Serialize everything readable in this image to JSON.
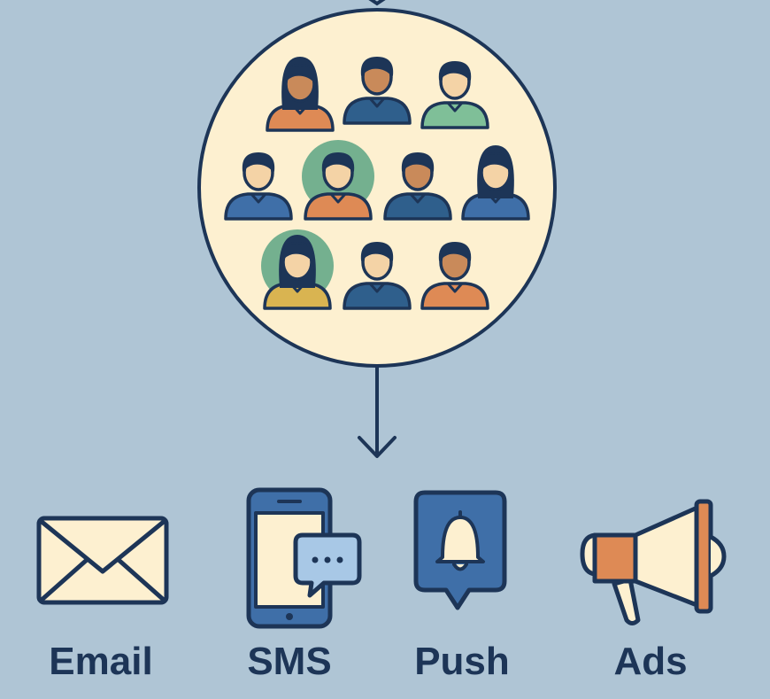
{
  "colors": {
    "background": "#afc5d5",
    "outline": "#1d3557",
    "cream": "#fdf0d0",
    "blue": "#3f6fa8",
    "dark_blue": "#2f5f8c",
    "orange": "#de8a55",
    "green": "#7fbf98",
    "halo_green": "#74b08f",
    "yellow": "#d9b451"
  },
  "audience": {
    "icon": "audience-group-icon",
    "people": [
      {
        "id": "p1",
        "shirt": "orange",
        "skin": "#c98a5a",
        "hair": "long"
      },
      {
        "id": "p2",
        "shirt": "dark_blue",
        "skin": "#c98a5a",
        "hair": "short"
      },
      {
        "id": "p3",
        "shirt": "green",
        "skin": "#f4d3a6",
        "hair": "short"
      },
      {
        "id": "p4",
        "shirt": "blue",
        "skin": "#f4d3a6",
        "hair": "short"
      },
      {
        "id": "p5",
        "shirt": "orange",
        "skin": "#f4d3a6",
        "hair": "short",
        "halo": true
      },
      {
        "id": "p6",
        "shirt": "dark_blue",
        "skin": "#c98a5a",
        "hair": "short"
      },
      {
        "id": "p7",
        "shirt": "blue",
        "skin": "#f4d3a6",
        "hair": "long"
      },
      {
        "id": "p8",
        "shirt": "yellow",
        "skin": "#f4d3a6",
        "hair": "long",
        "halo": true
      },
      {
        "id": "p9",
        "shirt": "dark_blue",
        "skin": "#f4d3a6",
        "hair": "short"
      },
      {
        "id": "p10",
        "shirt": "orange",
        "skin": "#c98a5a",
        "hair": "short"
      }
    ]
  },
  "channels": [
    {
      "id": "email",
      "label": "Email",
      "icon": "envelope-icon"
    },
    {
      "id": "sms",
      "label": "SMS",
      "icon": "phone-chat-icon"
    },
    {
      "id": "push",
      "label": "Push",
      "icon": "bell-notification-icon"
    },
    {
      "id": "ads",
      "label": "Ads",
      "icon": "megaphone-icon"
    }
  ]
}
